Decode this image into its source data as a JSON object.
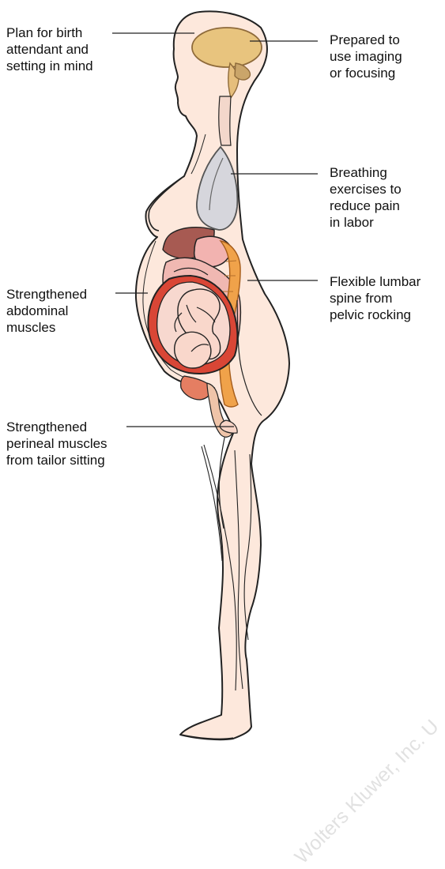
{
  "labels": {
    "plan": [
      "Plan for birth",
      "attendant and",
      "setting in mind"
    ],
    "imaging": [
      "Prepared to",
      "use imaging",
      "or focusing"
    ],
    "breathing": [
      "Breathing",
      "exercises to",
      "reduce pain",
      "in labor"
    ],
    "lumbar": [
      "Flexible lumbar",
      "spine from",
      "pelvic rocking"
    ],
    "abdominal": [
      "Strengthened",
      "abdominal",
      "muscles"
    ],
    "perineal": [
      "Strengthened",
      "perineal muscles",
      "from tailor sitting"
    ]
  },
  "watermark": "Wolters Kluwer, Inc. U",
  "colors": {
    "skin": "#fde8dc",
    "outline": "#222222",
    "brain": "#e8c47e",
    "lung": "#d6d6dc",
    "liver": "#a75a52",
    "uterus": "#d94636",
    "fetus": "#f7d8cf",
    "spine": "#f0a24a"
  }
}
